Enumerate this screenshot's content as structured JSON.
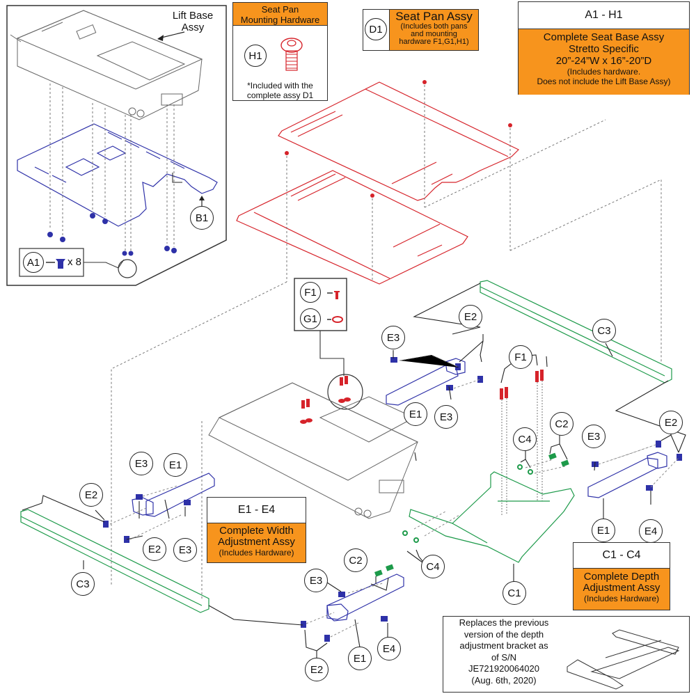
{
  "diagram": {
    "title_lift_base": [
      "Lift Base",
      "Assy"
    ],
    "a1_qty": "x 8",
    "seat_pan_hardware": {
      "header": [
        "Seat Pan",
        "Mounting Hardware"
      ],
      "callout": "H1",
      "note": [
        "*Included with the",
        "complete assy D1"
      ]
    },
    "seat_pan_assy": {
      "callout": "D1",
      "title": "Seat Pan Assy",
      "subtitle": [
        "(Includes both pans",
        "and mounting",
        "hardware F1,G1,H1)"
      ]
    },
    "complete_seat_base": {
      "range": "A1 - H1",
      "lines": [
        "Complete Seat Base Assy",
        "Stretto Specific",
        "20”-24”W x 16”-20”D"
      ],
      "note": [
        "(Includes hardware.",
        "Does not include the Lift Base Assy)"
      ]
    },
    "width_adjustment": {
      "range": "E1 - E4",
      "lines": [
        "Complete Width",
        "Adjustment Assy"
      ],
      "note": "(Includes Hardware)"
    },
    "depth_adjustment": {
      "range": "C1 - C4",
      "lines": [
        "Complete Depth",
        "Adjustment Assy"
      ],
      "note": "(Includes Hardware)"
    },
    "replacement_note": [
      "Replaces the previous",
      "version of the depth",
      "adjustment bracket as",
      "of S/N",
      "JE721920064020",
      "(Aug. 6th, 2020)"
    ],
    "fg_box": {
      "f1": "F1",
      "g1": "G1"
    },
    "callouts": [
      {
        "id": "B1",
        "label": "B1"
      },
      {
        "id": "A1",
        "label": "A1"
      },
      {
        "id": "C3-top",
        "label": "C3"
      },
      {
        "id": "E2-a",
        "label": "E2"
      },
      {
        "id": "E3-a",
        "label": "E3"
      },
      {
        "id": "E1-a",
        "label": "E1"
      },
      {
        "id": "E3-b",
        "label": "E3"
      },
      {
        "id": "F1-b",
        "label": "F1"
      },
      {
        "id": "C2-a",
        "label": "C2"
      },
      {
        "id": "C4-a",
        "label": "C4"
      },
      {
        "id": "E3-c",
        "label": "E3"
      },
      {
        "id": "E2-b",
        "label": "E2"
      },
      {
        "id": "E1-b",
        "label": "E1"
      },
      {
        "id": "E4-a",
        "label": "E4"
      },
      {
        "id": "E3-d",
        "label": "E3"
      },
      {
        "id": "E1-c",
        "label": "E1"
      },
      {
        "id": "E2-c",
        "label": "E2"
      },
      {
        "id": "E2-d",
        "label": "E2"
      },
      {
        "id": "E3-e",
        "label": "E3"
      },
      {
        "id": "C3-bottom",
        "label": "C3"
      },
      {
        "id": "C2-b",
        "label": "C2"
      },
      {
        "id": "C4-b",
        "label": "C4"
      },
      {
        "id": "C1",
        "label": "C1"
      },
      {
        "id": "E3-f",
        "label": "E3"
      },
      {
        "id": "E2-e",
        "label": "E2"
      },
      {
        "id": "E1-d",
        "label": "E1"
      },
      {
        "id": "E4-b",
        "label": "E4"
      }
    ],
    "colors": {
      "accent_orange": "#f7941d",
      "seat_pan_red": "#d6232a",
      "plate_blue": "#2e31a8",
      "depth_green": "#1d9a4a",
      "line_gray": "#555555"
    }
  }
}
